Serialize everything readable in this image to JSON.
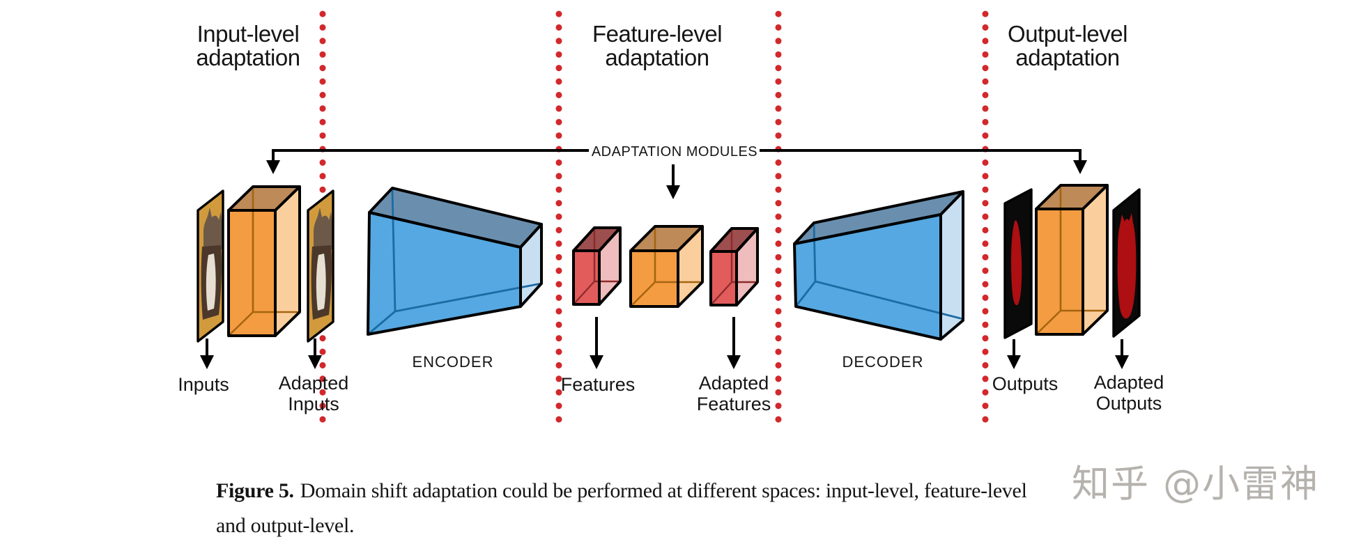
{
  "headers": {
    "input_level": {
      "line1": "Input-level",
      "line2": "adaptation"
    },
    "feature_level": {
      "line1": "Feature-level",
      "line2": "adaptation"
    },
    "output_level": {
      "line1": "Output-level",
      "line2": "adaptation"
    }
  },
  "connector": {
    "label": "ADAPTATION MODULES"
  },
  "stages": {
    "encoder": "ENCODER",
    "decoder": "DECODER"
  },
  "item_labels": {
    "inputs": "Inputs",
    "adapted_inputs_line1": "Adapted",
    "adapted_inputs_line2": "Inputs",
    "features": "Features",
    "adapted_features_line1": "Adapted",
    "adapted_features_line2": "Features",
    "outputs": "Outputs",
    "adapted_outputs_line1": "Adapted",
    "adapted_outputs_line2": "Outputs"
  },
  "caption": {
    "label": "Figure 5.",
    "text_line1": "Domain shift adaptation could be performed at different spaces: input-level, feature-level",
    "text_line2": "and output-level."
  },
  "watermark": {
    "text": "知乎 @小雷神"
  },
  "colors": {
    "separator-red": "#d2282c",
    "line-black": "#000000",
    "box-orange-front": "#f49c42",
    "box-orange-top": "#bd8a58",
    "box-orange-side": "#fbcf9d",
    "box-orange-inner": "#a4650f",
    "cube-red-front": "#e25c5c",
    "cube-red-top": "#9d4e4e",
    "cube-red-side": "#efbdbd",
    "cube-red-inner": "#8e2b2b",
    "blue-front": "#55a8e1",
    "blue-top": "#6a8fae",
    "blue-side": "#c8dff2",
    "blue-inner": "#1c6ba3",
    "photo-bg": "#d19b3d",
    "cat-dark": "#4c382a",
    "cat-mid": "#6d5948",
    "cat-light": "#e5ded1",
    "mask-black": "#0a0a0a",
    "mask-red": "#ad0f12",
    "text-dark": "#151515",
    "watermark-gray": "#b5b2ae"
  }
}
